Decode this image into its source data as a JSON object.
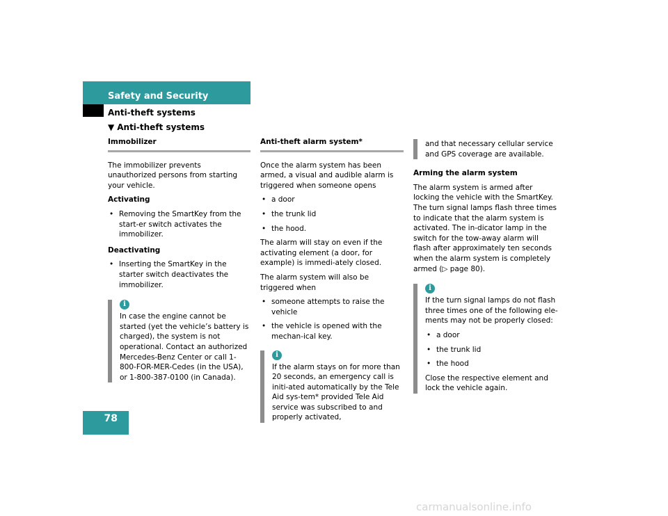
{
  "header": {
    "section": "Safety and Security",
    "subsection": "Anti-theft systems",
    "subsubsection": "Anti-theft systems",
    "triangle": "▼"
  },
  "page_number": "78",
  "col1": {
    "heading": "Immobilizer",
    "intro": "The immobilizer prevents unauthorized persons from starting your vehicle.",
    "activating_label": "Activating",
    "activating_item": "Removing the SmartKey from the start-er switch activates the immobilizer.",
    "deactivating_label": "Deactivating",
    "deactivating_item": "Inserting the SmartKey in the starter switch deactivates the immobilizer.",
    "note_icon": "i",
    "note": "In case the engine cannot be started (yet the vehicle’s battery is charged), the system is not operational. Contact an authorized Mercedes-Benz Center or call 1-800-FOR-MER-Cedes (in the USA), or 1-800-387-0100 (in Canada)."
  },
  "col2": {
    "heading": "Anti-theft alarm system*",
    "intro": "Once the alarm system has been armed, a visual and audible alarm is triggered when someone opens",
    "items": [
      "a door",
      "the trunk lid",
      "the hood."
    ],
    "stay_on": "The alarm will stay on even if the activating element (a door, for example) is immedi-ately closed.",
    "also_triggered": "The alarm system will also be triggered when",
    "items2": [
      "someone attempts to raise the vehicle",
      "the vehicle is opened with the mechan-ical key."
    ],
    "note_icon": "i",
    "note": "If the alarm stays on for more than 20 seconds, an emergency call is initi-ated automatically by the Tele Aid sys-tem* provided Tele Aid service was subscribed to and properly activated,"
  },
  "col3": {
    "note_cont": "and that necessary cellular service and GPS coverage are available.",
    "arming_label": "Arming the alarm system",
    "arming_text": "The alarm system is armed after locking the vehicle with the SmartKey. The turn signal lamps flash three times to indicate that the alarm system is activated. The in-dicator lamp in the switch for the tow-away alarm will flash after approximately ten seconds when the alarm system is completely armed (▷ page 80).",
    "note_icon": "i",
    "note_intro": "If the turn signal lamps do not flash three times one of the following ele-ments may not be properly closed:",
    "items": [
      "a door",
      "the trunk lid",
      "the hood"
    ],
    "note_outro": "Close the respective element and lock the vehicle again."
  },
  "watermark": "carmanualsonline.info"
}
